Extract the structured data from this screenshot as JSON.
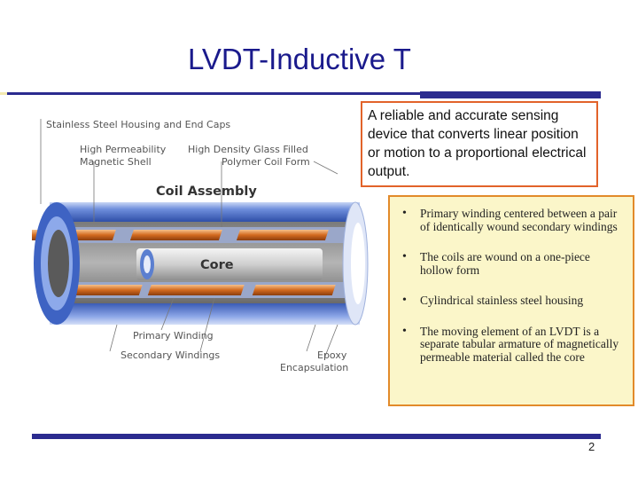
{
  "slide": {
    "title": "LVDT-Inductive T",
    "page_number": "2"
  },
  "definition": {
    "text": "A reliable and accurate sensing device that converts linear position or motion to a proportional electrical output."
  },
  "bullets": [
    "Primary winding centered between a pair of identically wound secondary windings",
    "The coils are wound on a one-piece hollow form",
    "Cylindrical stainless steel housing",
    "The moving element of an LVDT is a separate tabular armature of magnetically permeable material called the core"
  ],
  "diagram": {
    "labels": {
      "housing": "Stainless Steel Housing and End Caps",
      "shell_1": "High Permeability",
      "shell_2": "Magnetic Shell",
      "glass_1": "High Density Glass Filled",
      "glass_2": "Polymer Coil Form",
      "coil_assembly": "Coil Assembly",
      "core": "Core",
      "primary": "Primary Winding",
      "secondary": "Secondary Windings",
      "epoxy_1": "Epoxy",
      "epoxy_2": "Encapsulation"
    },
    "colors": {
      "housing": "#5b7fd0",
      "copper": "#d2691e",
      "core": "#c9c9c9",
      "accent_title": "#1a1a8c"
    }
  }
}
